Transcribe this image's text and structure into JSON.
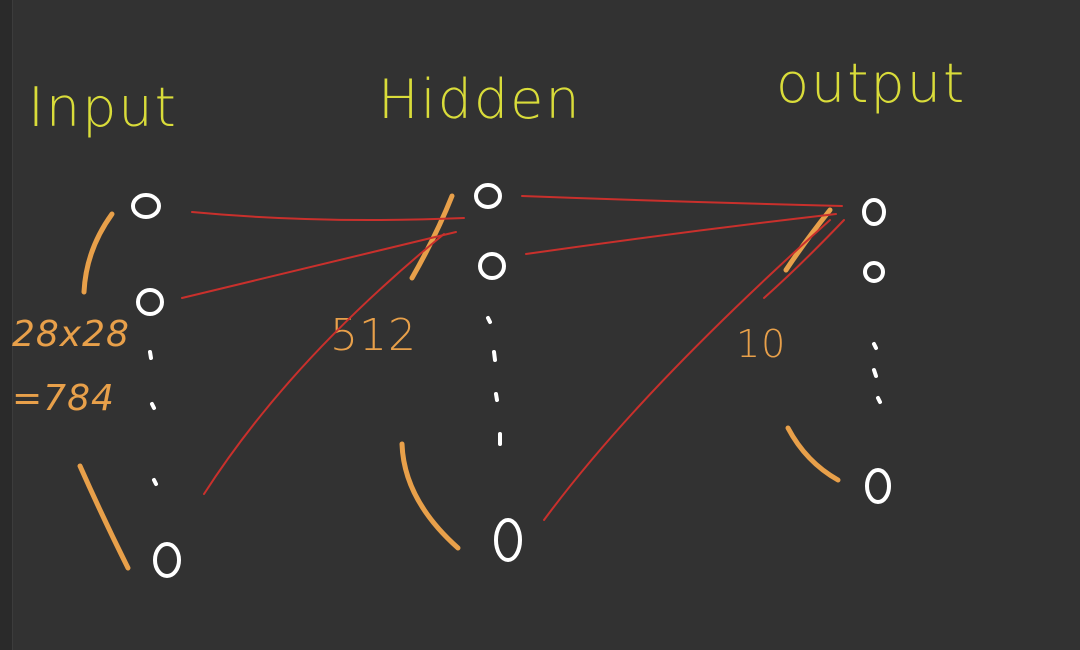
{
  "layers": [
    {
      "title": "Input",
      "size_label_line1": "28x28",
      "size_label_line2": "=784"
    },
    {
      "title": "Hidden",
      "size_label": "512"
    },
    {
      "title": "output",
      "size_label": "10"
    }
  ],
  "colors": {
    "background": "#323232",
    "title": "#d9dc3a",
    "annotation": "#e8a04a",
    "connection": "#c9302c",
    "node": "#ffffff"
  }
}
